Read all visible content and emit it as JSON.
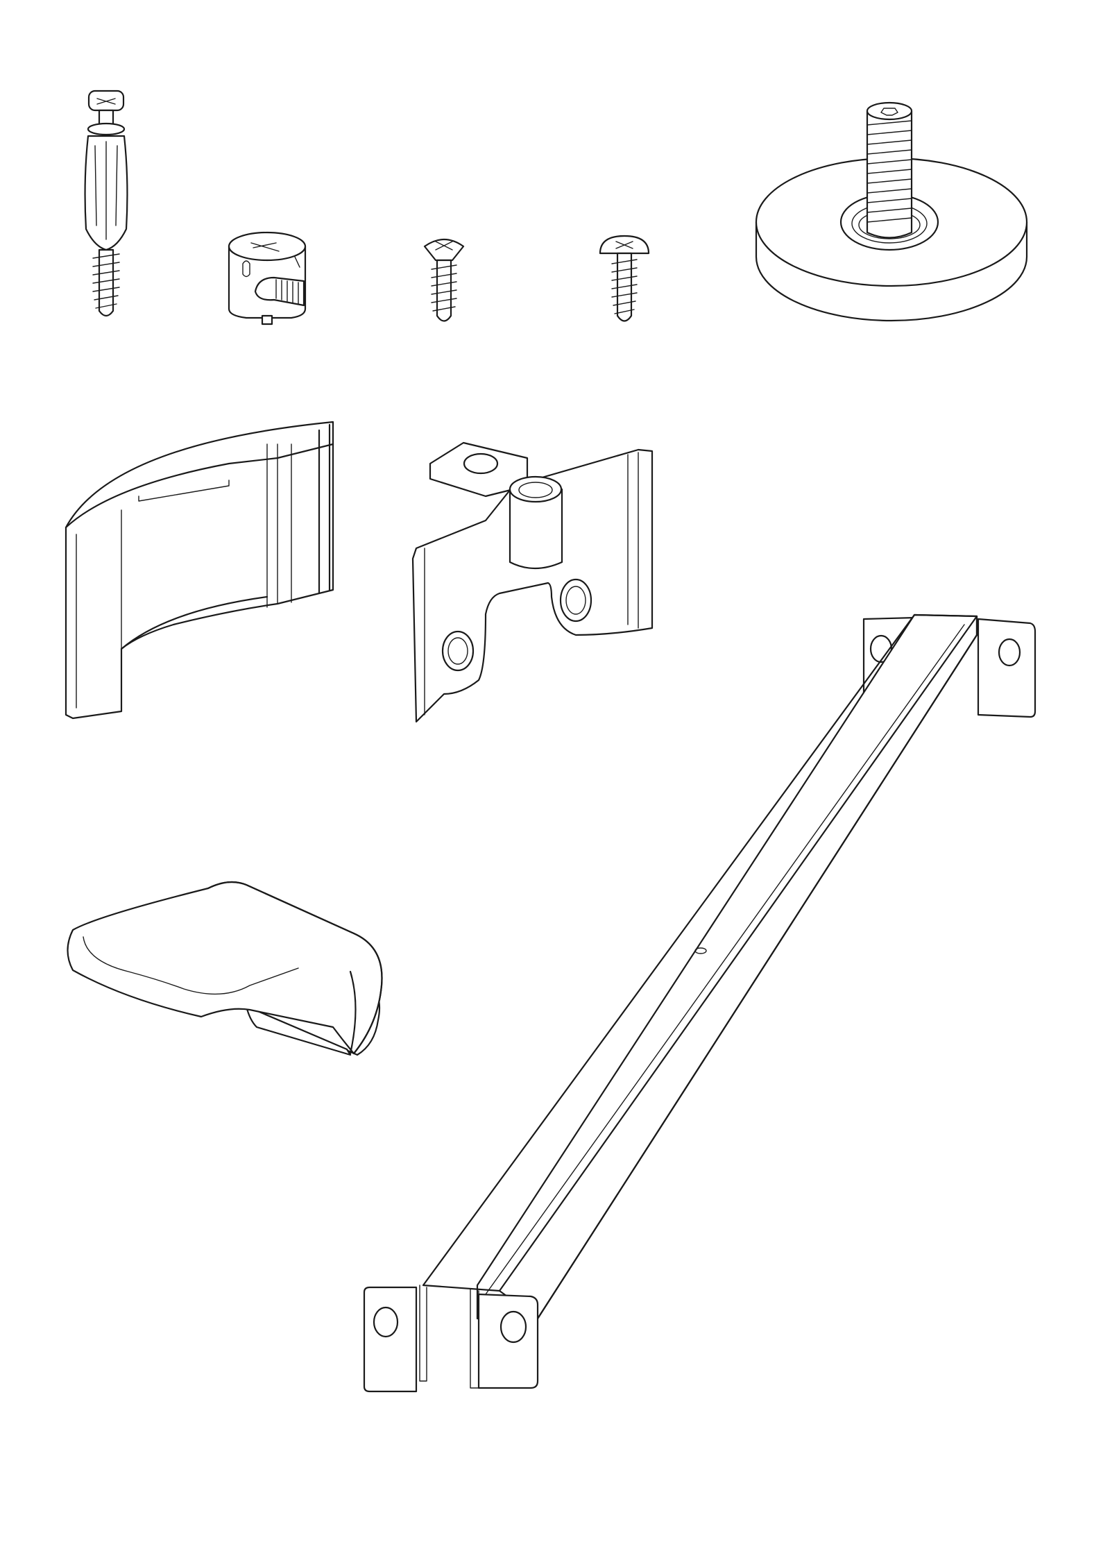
{
  "page": {
    "background": "#ffffff",
    "line_color": "#1a1a1a"
  },
  "parts": [
    {
      "id": "cam-bolt-dowel",
      "icon": "cam-bolt-icon"
    },
    {
      "id": "cam-lock-nut",
      "icon": "cam-lock-icon"
    },
    {
      "id": "flat-head-screw",
      "icon": "screw-icon"
    },
    {
      "id": "pan-head-screw",
      "icon": "screw-icon"
    },
    {
      "id": "leveling-foot",
      "icon": "leveling-foot-icon"
    },
    {
      "id": "curved-clip",
      "icon": "clip-icon"
    },
    {
      "id": "hinge",
      "icon": "hinge-icon"
    },
    {
      "id": "support-rail",
      "icon": "rail-icon"
    },
    {
      "id": "handle",
      "icon": "handle-icon"
    }
  ]
}
